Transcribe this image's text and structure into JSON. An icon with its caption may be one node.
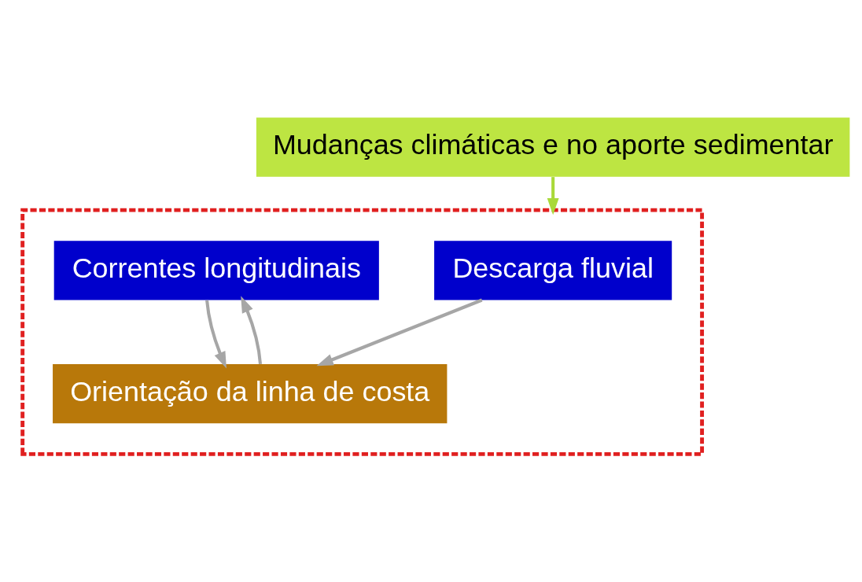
{
  "diagram": {
    "nodes": [
      {
        "text": [
          "Mudanças climáticas e no aporte sedimentar"
        ]
      },
      {
        "text": [],
        "shape": "box"
      },
      {
        "text": [
          "Descarga fluvial"
        ],
        "in": 1
      },
      {
        "text": [
          "Correntes longitudinais"
        ],
        "in": 1
      },
      {
        "text": [
          "Orientação da linha de costa"
        ],
        "in": 1
      }
    ],
    "edges": [
      {
        "from": 0,
        "to": 1,
        "arrow": "to",
        "color": "#a9d93a"
      },
      {
        "from": 2,
        "to": 4,
        "arrow": "to"
      },
      {
        "from": 3,
        "to": 4,
        "arrow": "to"
      },
      {
        "from": 4,
        "to": 3,
        "arrow": "to"
      }
    ]
  }
}
